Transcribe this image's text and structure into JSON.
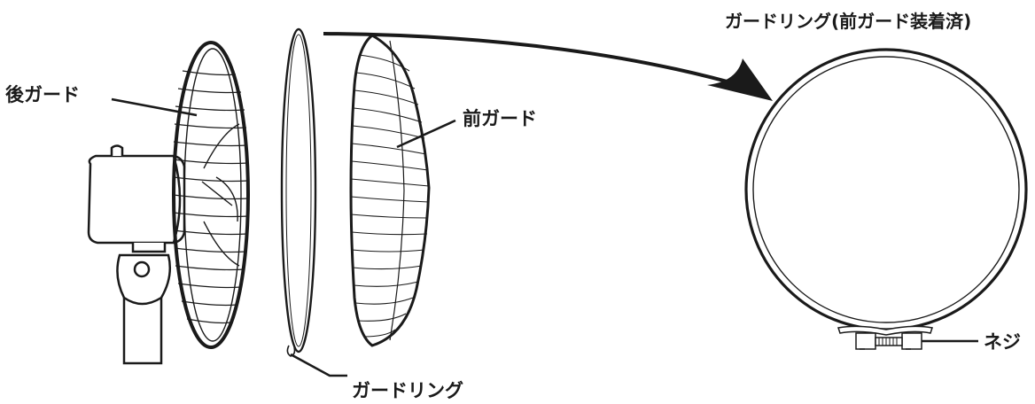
{
  "labels": {
    "rear_guard": "後ガード",
    "front_guard": "前ガード",
    "guard_ring": "ガードリング",
    "guard_ring_attached": "ガードリング(前ガード装着済)",
    "screw": "ネジ"
  },
  "colors": {
    "line": "#1a1a1a",
    "background": "#ffffff"
  },
  "icons": [
    "fan-motor-housing",
    "rear-guard-grille",
    "guard-ring",
    "front-guard-grille",
    "assembled-guard-ring",
    "screw-clamp",
    "assembly-arrow"
  ]
}
